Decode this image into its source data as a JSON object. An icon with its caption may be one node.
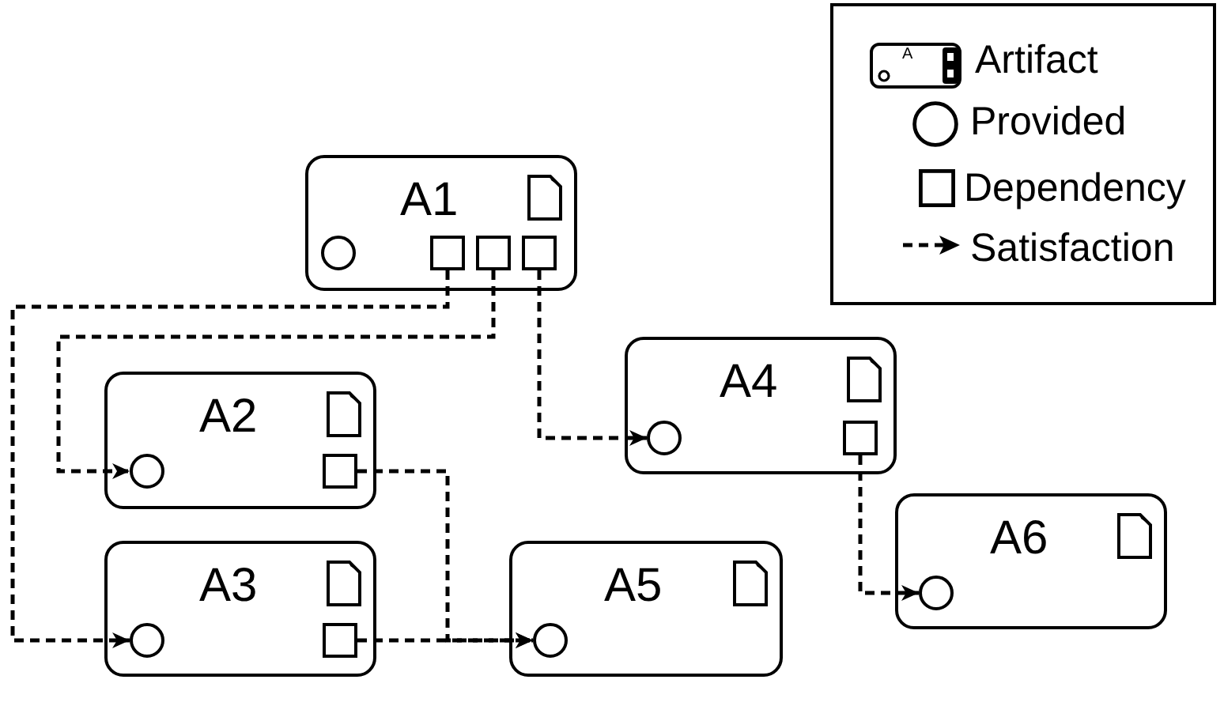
{
  "diagram": {
    "nodes": [
      {
        "text": [
          "A1"
        ]
      },
      {
        "text": [],
        "shape": "circle",
        "in": 0
      },
      {
        "text": [],
        "shape": "box",
        "in": 0
      },
      {
        "text": [],
        "shape": "box",
        "in": 0
      },
      {
        "text": [],
        "shape": "box",
        "in": 0
      },
      {
        "text": [
          "A2"
        ]
      },
      {
        "text": [],
        "shape": "circle",
        "in": 5
      },
      {
        "text": [],
        "shape": "box",
        "in": 5
      },
      {
        "text": [
          "A3"
        ]
      },
      {
        "text": [],
        "shape": "circle",
        "in": 8
      },
      {
        "text": [],
        "shape": "box",
        "in": 8
      },
      {
        "text": [
          "A4"
        ]
      },
      {
        "text": [],
        "shape": "circle",
        "in": 11
      },
      {
        "text": [],
        "shape": "box",
        "in": 11
      },
      {
        "text": [
          "A5"
        ]
      },
      {
        "text": [],
        "shape": "circle",
        "in": 14
      },
      {
        "text": [
          "A6"
        ]
      },
      {
        "text": [],
        "shape": "circle",
        "in": 16
      }
    ],
    "edges": [
      {
        "from": 2,
        "to": 9,
        "arrow": "to",
        "style": "dashed"
      },
      {
        "from": 3,
        "to": 6,
        "arrow": "to",
        "style": "dashed"
      },
      {
        "from": 4,
        "to": 12,
        "arrow": "to",
        "style": "dashed"
      },
      {
        "from": 7,
        "to": 15,
        "arrow": "to",
        "style": "dashed"
      },
      {
        "from": 10,
        "to": 15,
        "arrow": "to",
        "style": "dashed"
      },
      {
        "from": 13,
        "to": 17,
        "arrow": "to",
        "style": "dashed"
      }
    ],
    "labels": [
      "A"
    ],
    "legend": [
      {
        "text": "Artifact"
      },
      {
        "text": "Provided"
      },
      {
        "text": "Dependency"
      },
      {
        "text": "Satisfaction"
      }
    ]
  }
}
